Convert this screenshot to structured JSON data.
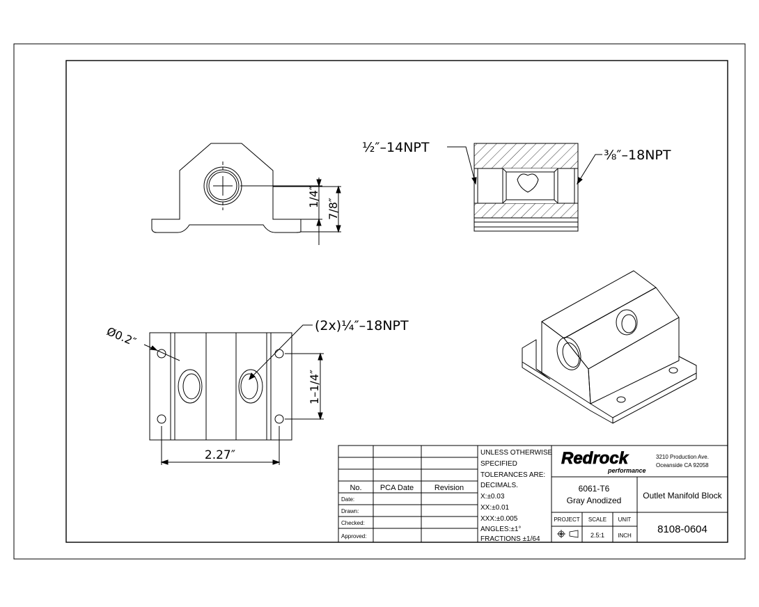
{
  "drawing": {
    "callouts": {
      "npt_half": "½″–14NPT",
      "npt_three_eighths": "⅜″–18NPT",
      "npt_quarter": "(2x)¼″–18NPT"
    },
    "dimensions": {
      "quarter": "1/4″",
      "seven_eighths": "7/8″",
      "one_quarter_in": "1–1/4″",
      "width": "2.27″",
      "hole_dia": "Ø0.2″"
    }
  },
  "title_block": {
    "revision_headers": {
      "no": "No.",
      "pca_date": "PCA Date",
      "revision": "Revision"
    },
    "signoff_rows": [
      "Date:",
      "Drawn:",
      "Checked:",
      "Approved:"
    ],
    "tolerances": [
      "UNLESS OTHERWISE",
      "SPECIFIED",
      "TOLERANCES ARE:",
      "DECIMALS.",
      "X:±0.03",
      "XX:±0.01",
      "XXX:±0.005",
      "ANGLES:±1°",
      "FRACTIONS ±1/64"
    ],
    "company": {
      "logo_main": "Redrock",
      "logo_sub": "performance",
      "address_line1": "3210 Production Ave.",
      "address_line2": "Oceanside CA 92058"
    },
    "material": "6061-T6",
    "finish": "Gray Anodized",
    "part_name": "Outlet Manifold Block",
    "labels": {
      "project": "PROJECT",
      "scale": "SCALE",
      "unit": "UNIT"
    },
    "scale_value": "2.5:1",
    "unit_value": "INCH",
    "part_number": "8108-0604"
  }
}
